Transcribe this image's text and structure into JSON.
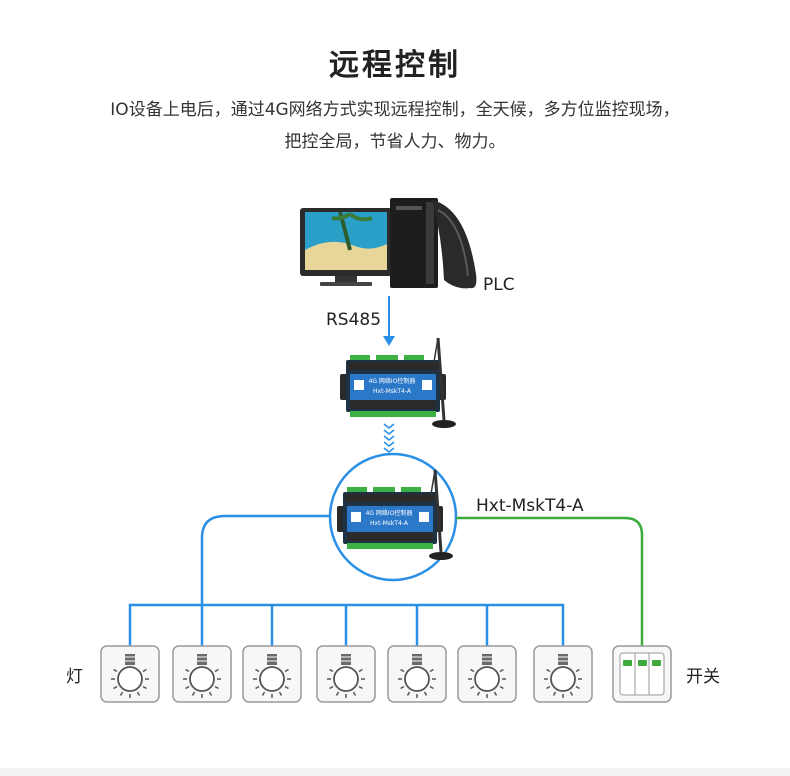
{
  "title": "远程控制",
  "description": {
    "line1": "IO设备上电后，通过4G网络方式实现远程控制，全天候，多方位监控现场，",
    "line2": "把控全局，节省人力、物力。"
  },
  "labels": {
    "plc": "PLC",
    "rs485": "RS485",
    "device_model": "Hxt-MskT4-A",
    "lamp": "灯",
    "switch": "开关"
  },
  "device_text": {
    "name": "4G 网络IO控制器",
    "model": "Hxt-MskT4-A"
  },
  "colors": {
    "blue_line": "#2a8fe6",
    "green_line": "#3cab3c",
    "device_body": "#1e3246",
    "device_panel": "#2b78c8",
    "terminal_green": "#3cb043"
  },
  "lamp_count": 7
}
